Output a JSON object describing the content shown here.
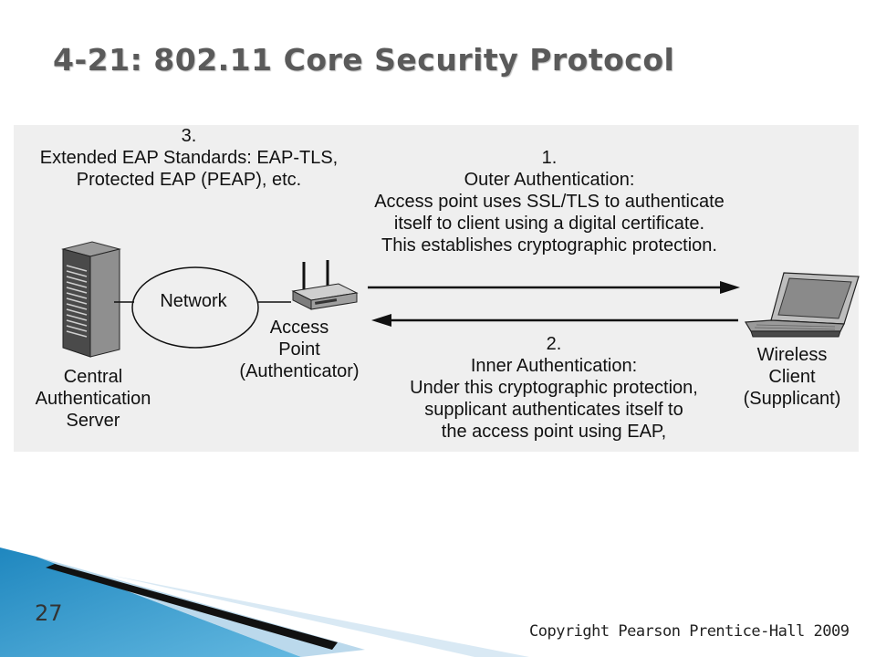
{
  "slide": {
    "title": "4-21: 802.11 Core Security Protocol",
    "page_number": "27",
    "copyright": "Copyright Pearson Prentice-Hall 2009"
  },
  "diagram": {
    "step3": {
      "number": "3.",
      "lines": [
        "Extended EAP Standards: EAP-TLS,",
        "Protected EAP (PEAP), etc."
      ]
    },
    "step1": {
      "number": "1.",
      "lines": [
        "Outer Authentication:",
        "Access point uses SSL/TLS to authenticate",
        "itself to client using a digital certificate.",
        "This establishes cryptographic protection."
      ]
    },
    "step2": {
      "number": "2.",
      "lines": [
        "Inner Authentication:",
        "Under this cryptographic protection,",
        "supplicant authenticates itself to",
        "the access point using EAP,"
      ]
    },
    "network_label": "Network",
    "access_point": [
      "Access",
      "Point",
      "(Authenticator)"
    ],
    "server": [
      "Central",
      "Authentication",
      "Server"
    ],
    "client": [
      "Wireless",
      "Client",
      "(Supplicant)"
    ]
  },
  "colors": {
    "title": "#5a5a5a",
    "panel": "#efefef",
    "accent_blue": "#2a93c9"
  }
}
